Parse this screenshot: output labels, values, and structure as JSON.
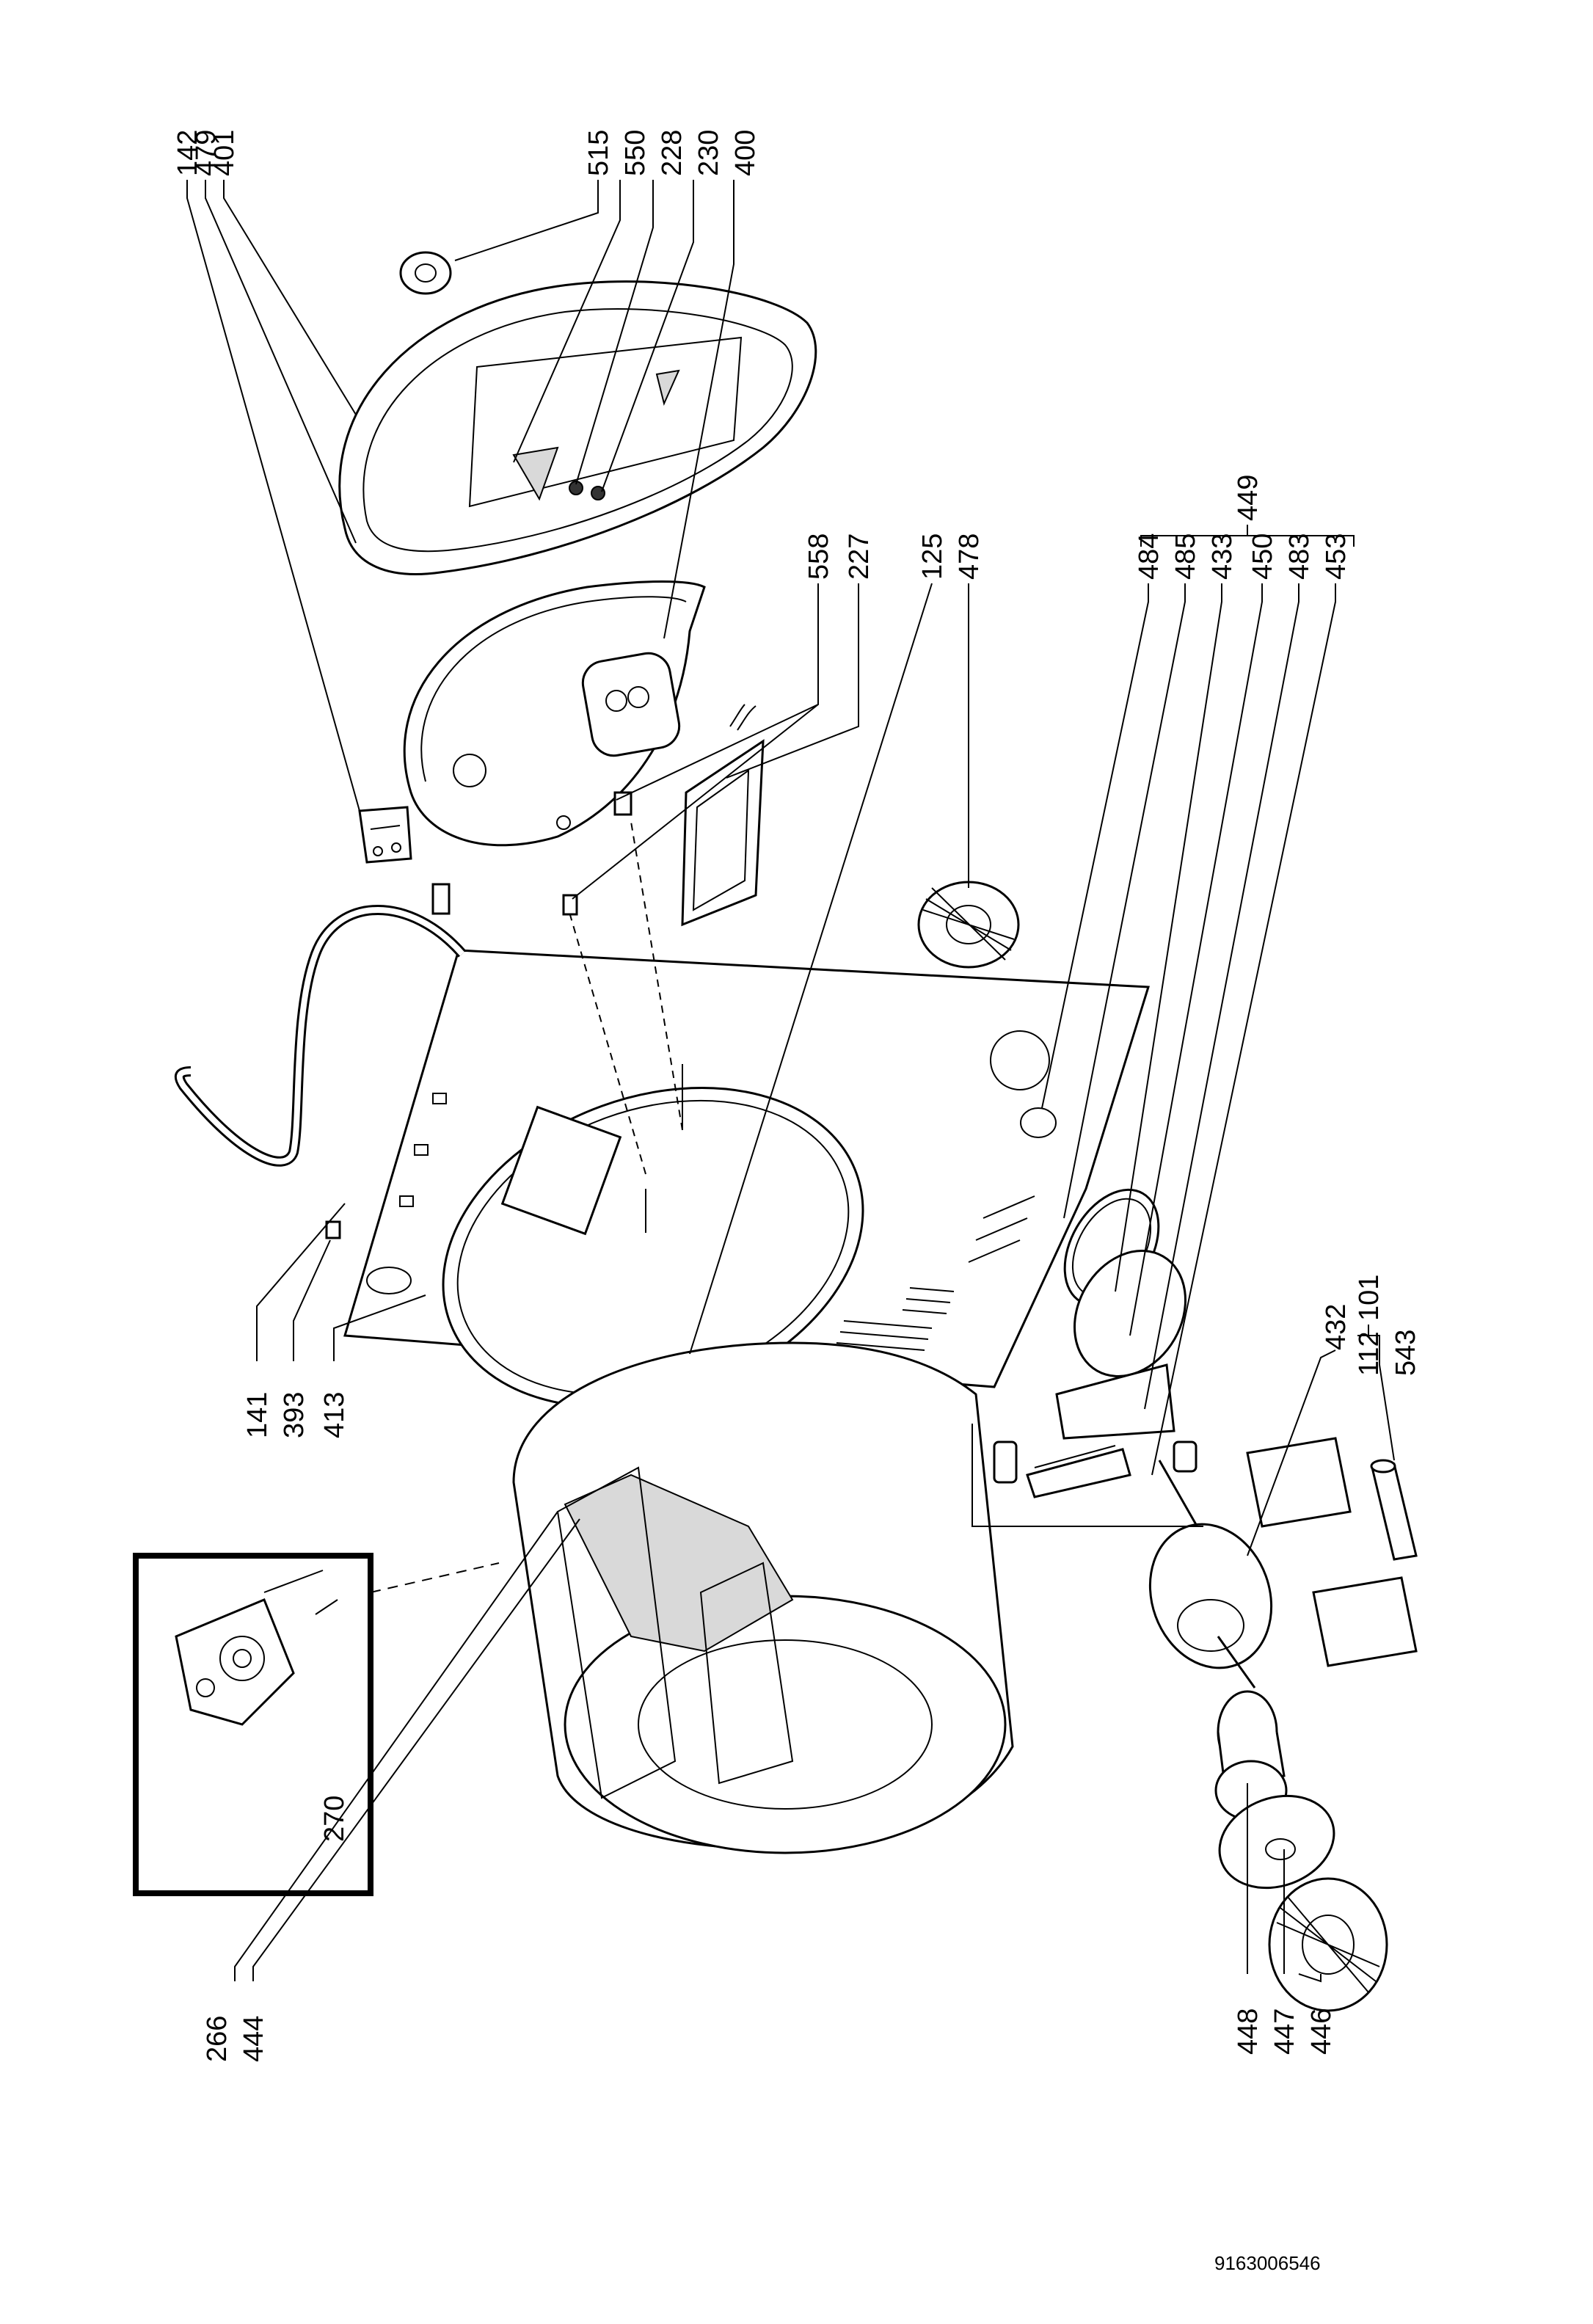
{
  "labels": {
    "l142": "142",
    "l479": "479",
    "l401": "401",
    "l515": "515",
    "l550": "550",
    "l228": "228",
    "l230": "230",
    "l400": "400",
    "l558": "558",
    "l227": "227",
    "l125": "125",
    "l478": "478",
    "l449": "449",
    "l484": "484",
    "l485": "485",
    "l433": "433",
    "l450": "450",
    "l483": "483",
    "l453": "453",
    "l101": "101",
    "l432": "432",
    "l112": "112",
    "l543": "543",
    "l141": "141",
    "l393": "393",
    "l413": "413",
    "l270": "270",
    "l266": "266",
    "l444": "444",
    "l448": "448",
    "l447": "447",
    "l446": "446"
  },
  "document_id": "9163006546"
}
